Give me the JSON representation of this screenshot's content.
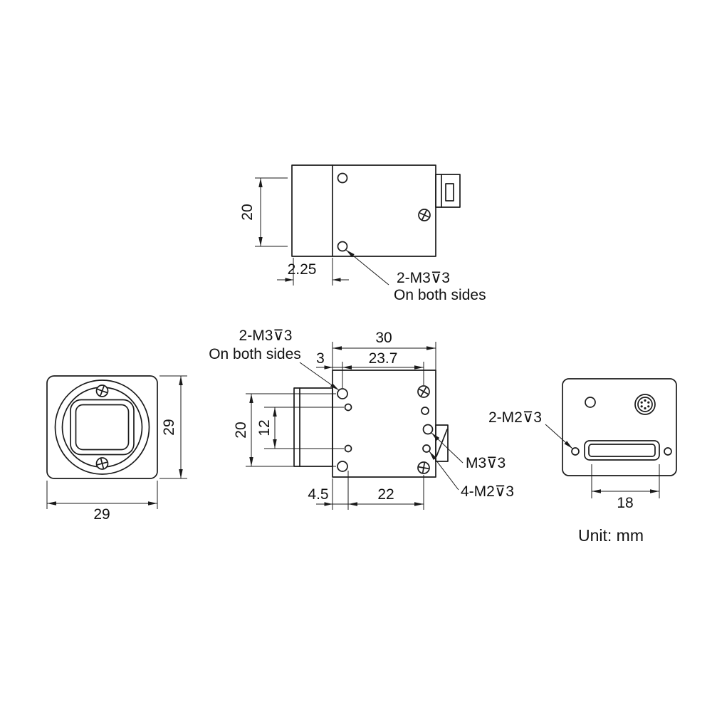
{
  "colors": {
    "line": "#1a1a1a",
    "background": "#ffffff"
  },
  "unit_label": "Unit: mm",
  "top_view": {
    "dim_hole_spacing": "20",
    "dim_flange_offset": "2.25",
    "screw_label": "2-M3⊽3",
    "screw_note": "On both sides"
  },
  "front_view": {
    "dim_height": "29",
    "dim_width": "29"
  },
  "side_view": {
    "screw_label": "2-M3⊽3",
    "screw_note": "On both sides",
    "dim_width": "30",
    "dim_hole_offset": "3",
    "dim_hole_span": "23.7",
    "dim_hole_spacing": "20",
    "dim_small_hole_spacing": "12",
    "dim_bottom_offset": "4.5",
    "dim_bottom_span": "22",
    "label_m3_depth": "M3⊽3",
    "label_4xm2_depth": "4-M2⊽3"
  },
  "rear_view": {
    "label_2xm2_depth": "2-M2⊽3",
    "dim_connector_width": "18"
  }
}
